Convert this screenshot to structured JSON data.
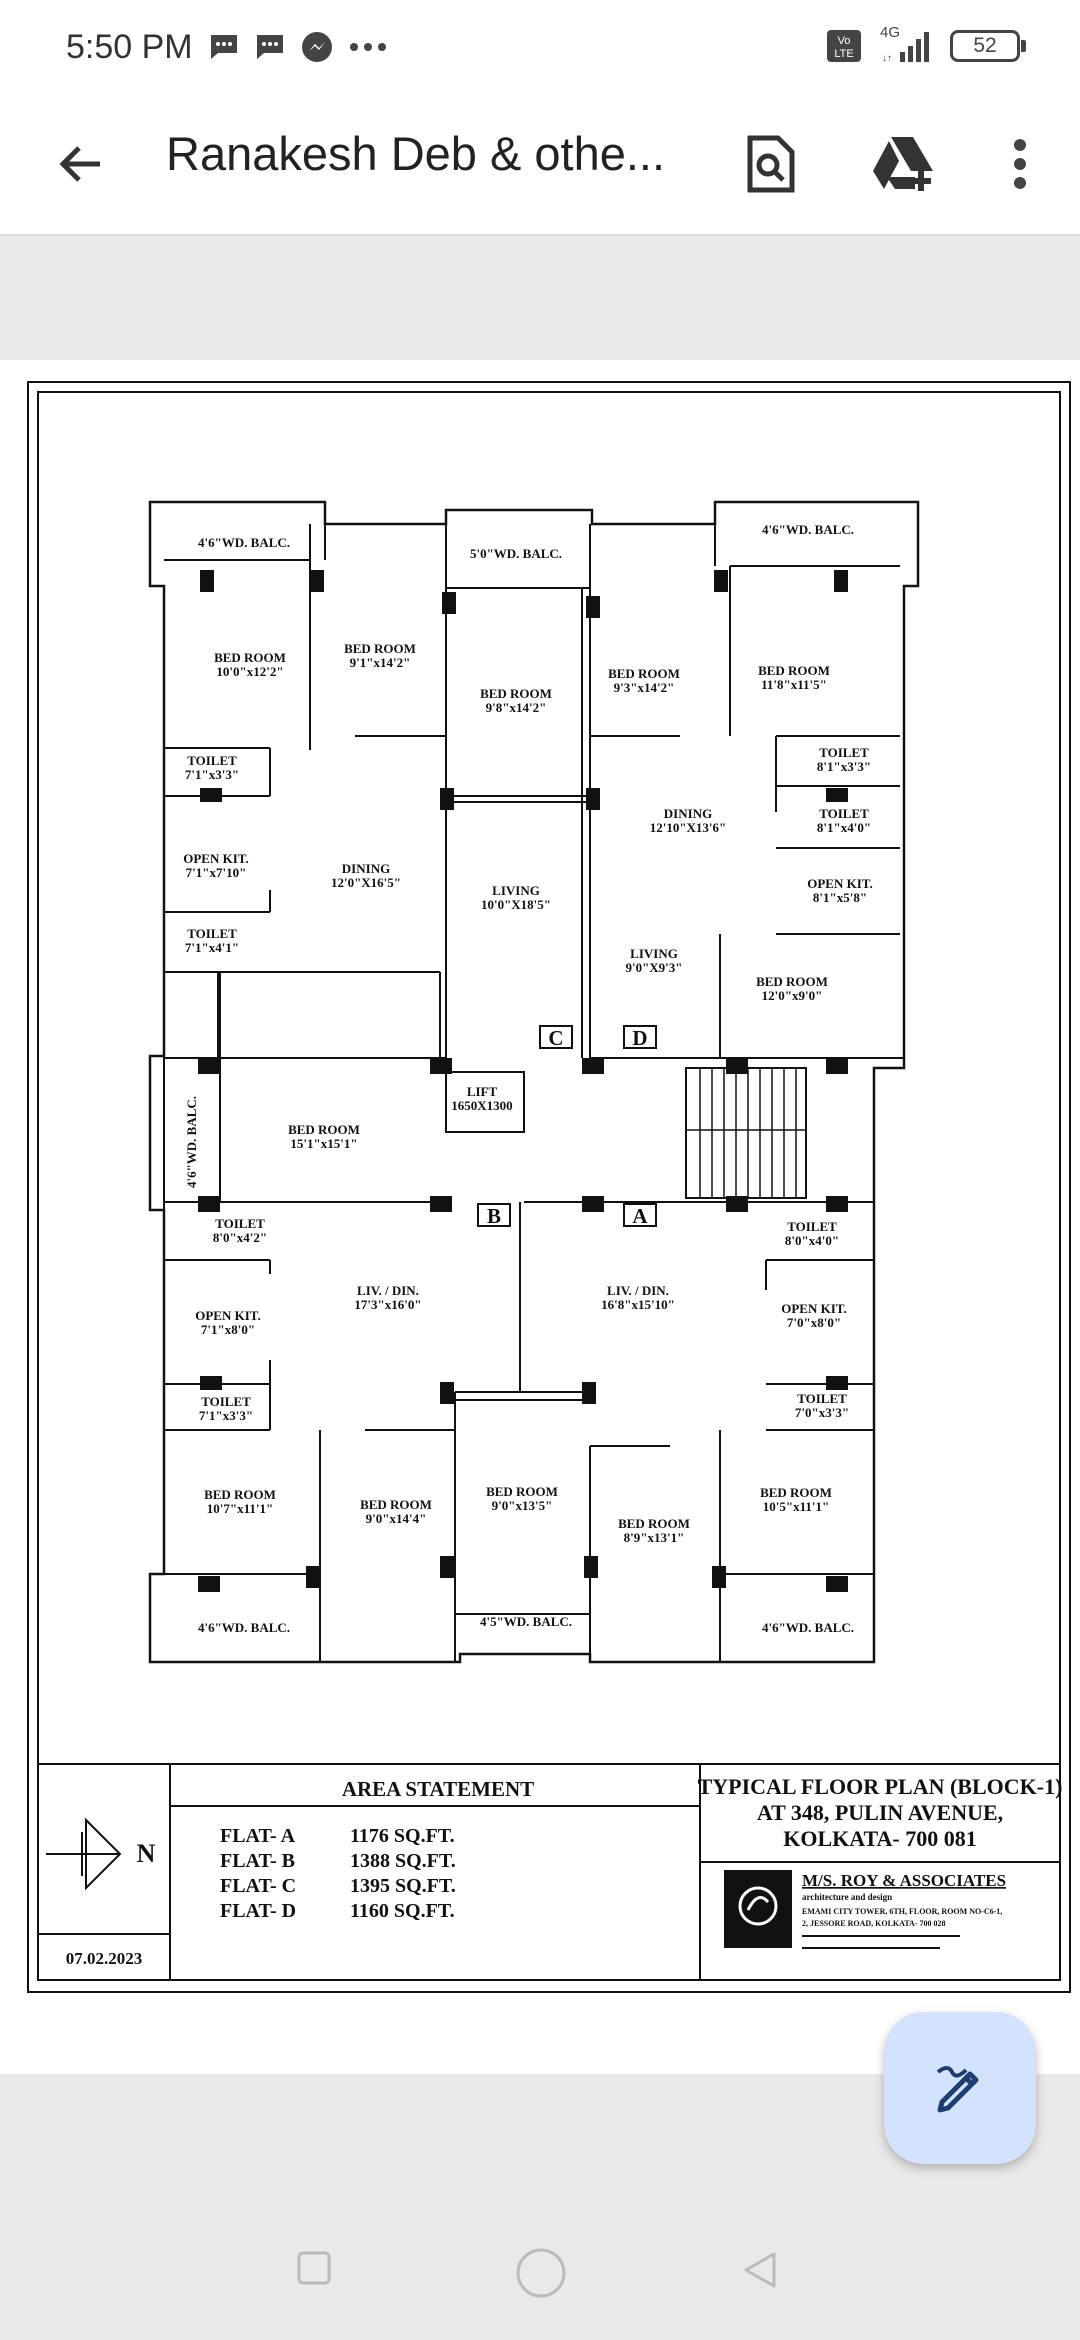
{
  "status_bar": {
    "time": "5:50 PM",
    "network": "4G",
    "volte": "Vo LTE",
    "battery": "52",
    "icons": [
      "chat-bubble-icon",
      "chat-bubble-icon",
      "messenger-icon",
      "more-dots-icon"
    ]
  },
  "app_bar": {
    "title": "Ranakesh Deb & othe...",
    "actions": [
      "back-arrow-icon",
      "search-doc-icon",
      "add-to-drive-icon",
      "more-vert-icon"
    ]
  },
  "plan": {
    "flat_tags": {
      "c": "C",
      "d": "D",
      "b": "B",
      "a": "A"
    },
    "rooms": {
      "balc_tl": "4'6\"WD. BALC.",
      "balc_tc": "5'0\"WD. BALC.",
      "balc_tr": "4'6\"WD. BALC.",
      "bed_c1": [
        "BED ROOM",
        "10'0\"x12'2\""
      ],
      "bed_c2": [
        "BED ROOM",
        "9'1\"x14'2\""
      ],
      "bed_c3": [
        "BED ROOM",
        "9'8\"x14'2\""
      ],
      "bed_d1": [
        "BED ROOM",
        "9'3\"x14'2\""
      ],
      "bed_d2": [
        "BED ROOM",
        "11'8\"x11'5\""
      ],
      "toilet_c1": [
        "TOILET",
        "7'1\"x3'3\""
      ],
      "toilet_d1": [
        "TOILET",
        "8'1\"x3'3\""
      ],
      "toilet_d2": [
        "TOILET",
        "8'1\"x4'0\""
      ],
      "kit_c": [
        "OPEN KIT.",
        "7'1\"x7'10\""
      ],
      "kit_d": [
        "OPEN KIT.",
        "8'1\"x5'8\""
      ],
      "dining_c": [
        "DINING",
        "12'0\"X16'5\""
      ],
      "dining_d": [
        "DINING",
        "12'10\"X13'6\""
      ],
      "living_c": [
        "LIVING",
        "10'0\"X18'5\""
      ],
      "living_d": [
        "LIVING",
        "9'0\"X9'3\""
      ],
      "toilet_c2": [
        "TOILET",
        "7'1\"x4'1\""
      ],
      "bed_d3": [
        "BED ROOM",
        "12'0\"x9'0\""
      ],
      "lift": [
        "LIFT",
        "1650X1300"
      ],
      "balc_ml": "4'6\"WD. BALC.",
      "bed_b1": [
        "BED ROOM",
        "15'1\"x15'1\""
      ],
      "toilet_b1": [
        "TOILET",
        "8'0\"x4'2\""
      ],
      "toilet_a1": [
        "TOILET",
        "8'0\"x4'0\""
      ],
      "kit_b": [
        "OPEN KIT.",
        "7'1\"x8'0\""
      ],
      "kit_a": [
        "OPEN KIT.",
        "7'0\"x8'0\""
      ],
      "livdin_b": [
        "LIV. / DIN.",
        "17'3\"x16'0\""
      ],
      "livdin_a": [
        "LIV. / DIN.",
        "16'8\"x15'10\""
      ],
      "toilet_b2": [
        "TOILET",
        "7'1\"x3'3\""
      ],
      "toilet_a2": [
        "TOILET",
        "7'0\"x3'3\""
      ],
      "bed_b2": [
        "BED ROOM",
        "10'7\"x11'1\""
      ],
      "bed_b3": [
        "BED ROOM",
        "9'0\"x14'4\""
      ],
      "bed_a3": [
        "BED ROOM",
        "9'0\"x13'5\""
      ],
      "bed_a2": [
        "BED ROOM",
        "8'9\"x13'1\""
      ],
      "bed_a1": [
        "BED ROOM",
        "10'5\"x11'1\""
      ],
      "balc_bl": "4'6\"WD. BALC.",
      "balc_bc": "4'5\"WD. BALC.",
      "balc_br": "4'6\"WD. BALC."
    }
  },
  "title_block": {
    "north": "N",
    "date": "07.02.2023",
    "area_heading": "AREA STATEMENT",
    "flats": [
      {
        "name": "FLAT- A",
        "area": "1176 SQ.FT."
      },
      {
        "name": "FLAT- B",
        "area": "1388 SQ.FT."
      },
      {
        "name": "FLAT- C",
        "area": "1395 SQ.FT."
      },
      {
        "name": "FLAT- D",
        "area": "1160 SQ.FT."
      }
    ],
    "plan_title": [
      "TYPICAL FLOOR PLAN (BLOCK-1)",
      "AT 348, PULIN AVENUE,",
      "KOLKATA- 700 081"
    ],
    "firm": "M/S. ROY & ASSOCIATES",
    "firm_sub": "architecture and design",
    "firm_addr1": "EMAMI CITY TOWER, 6TH, FLOOR, ROOM NO-C6-1,",
    "firm_addr2": "2, JESSORE ROAD, KOLKATA- 700 028"
  },
  "fab": {
    "icon": "edit-pen-icon"
  },
  "nav": {
    "icons": [
      "recents-square-icon",
      "home-circle-icon",
      "back-triangle-icon"
    ]
  }
}
